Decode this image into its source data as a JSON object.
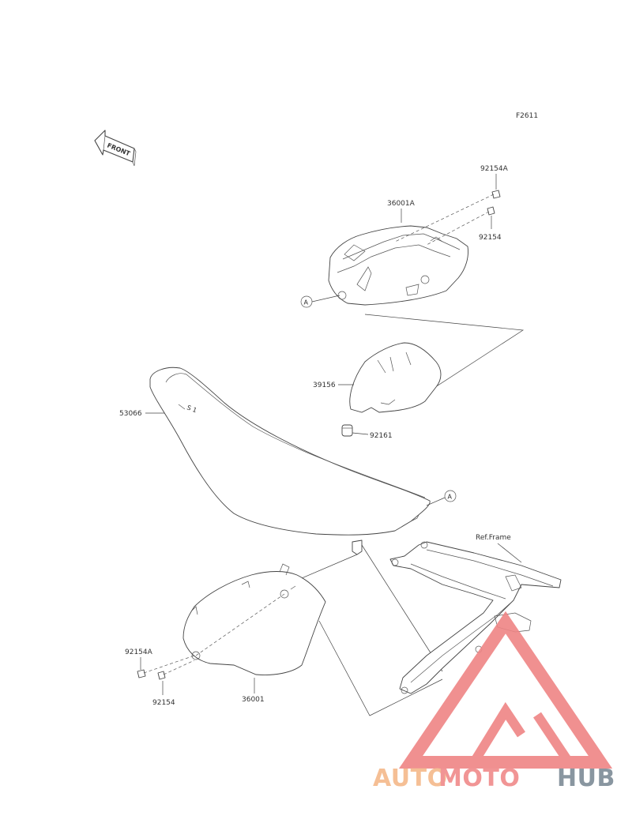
{
  "figure_code": "F2611",
  "front_label": "FRONT",
  "parts": {
    "side_cover_right": "36001A",
    "bolt_top_a": "92154A",
    "bolt_top_b": "92154",
    "pad": "39156",
    "seat": "53066",
    "damper": "92161",
    "side_cover_left": "36001",
    "bolt_bottom_a": "92154A",
    "bolt_bottom_b": "92154",
    "frame_ref": "Ref.Frame"
  },
  "callouts": {
    "a_top": "A",
    "a_seat": "A"
  },
  "watermark": {
    "word_auto": "AUTO",
    "word_moto": "MOTO",
    "word_hub": "HUB",
    "colors": {
      "auto": "#f5b98a",
      "moto": "#f08a8a",
      "hub": "#7d8b96",
      "triangle": "#ef8585"
    }
  },
  "colors": {
    "line": "#444444",
    "background": "#ffffff"
  }
}
